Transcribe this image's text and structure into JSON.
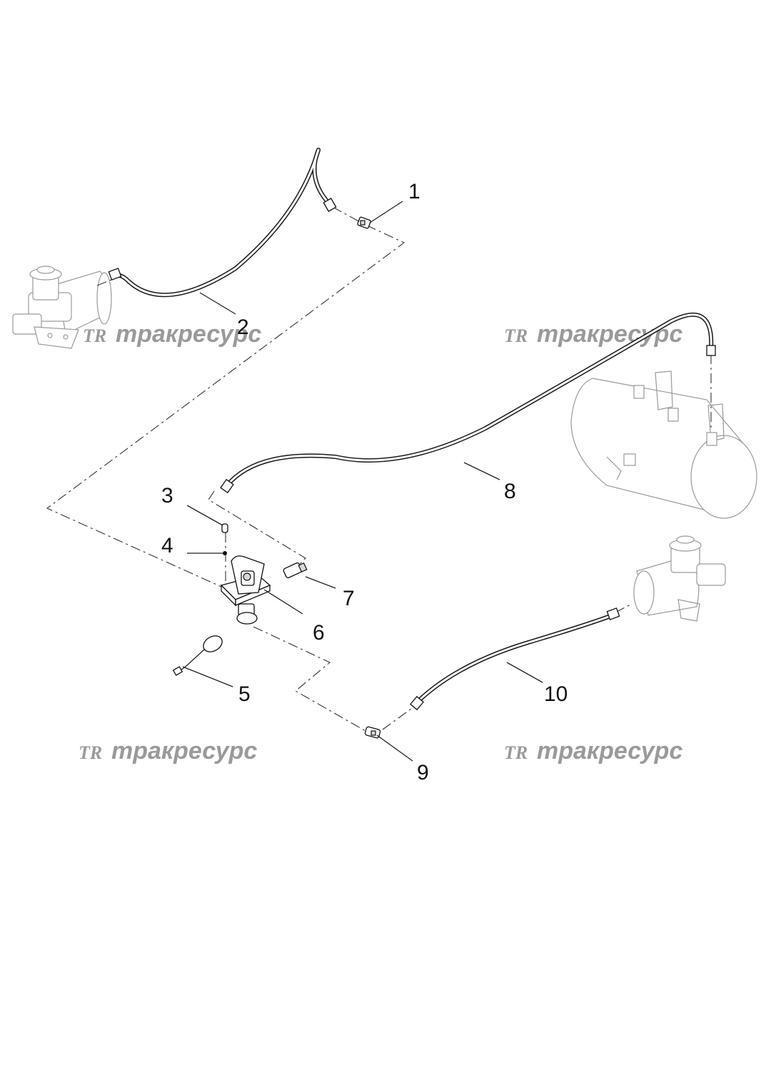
{
  "callouts": [
    {
      "id": "1",
      "label": "1"
    },
    {
      "id": "2",
      "label": "2"
    },
    {
      "id": "3",
      "label": "3"
    },
    {
      "id": "4",
      "label": "4"
    },
    {
      "id": "5",
      "label": "5"
    },
    {
      "id": "6",
      "label": "6"
    },
    {
      "id": "7",
      "label": "7"
    },
    {
      "id": "8",
      "label": "8"
    },
    {
      "id": "9",
      "label": "9"
    },
    {
      "id": "10",
      "label": "10"
    }
  ],
  "watermark": {
    "logo": "TR",
    "text": "тракресурс"
  },
  "colors": {
    "line": "#111111",
    "watermark": "#9a9a9a",
    "background": "#ffffff"
  }
}
